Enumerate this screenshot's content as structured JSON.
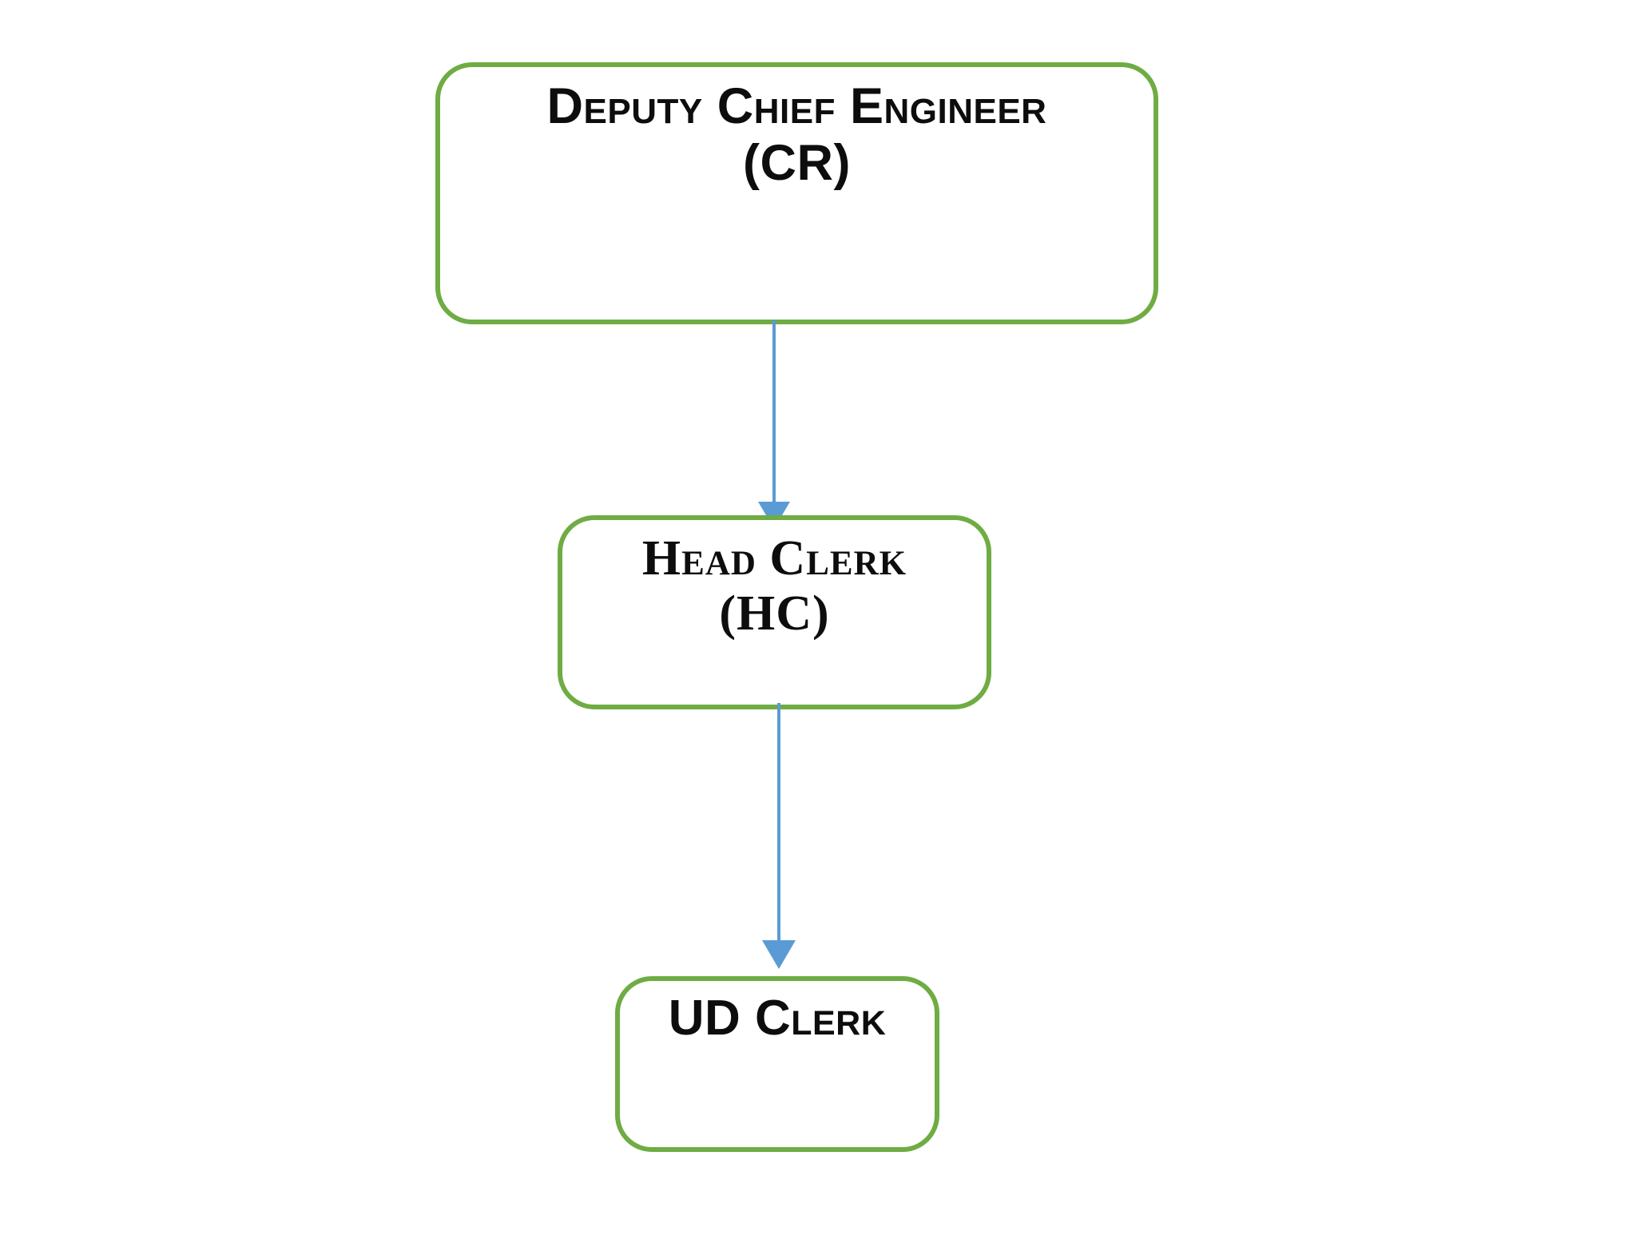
{
  "diagram": {
    "type": "org-chart",
    "title": "",
    "background_color": "#ffffff",
    "node_border_color": "#6FAC44",
    "connector_color": "#5B9BD5",
    "text_color": "#0d0d0d",
    "nodes": [
      {
        "id": "dce",
        "label": "Deputy Chief Engineer\n(CR)",
        "line1": "Deputy Chief Engineer",
        "line2": "(CR)",
        "level": 1
      },
      {
        "id": "hc",
        "label": "Head Clerk\n(HC)",
        "line1": "Head Clerk",
        "line2": "(HC)",
        "level": 2
      },
      {
        "id": "ud",
        "label": "UD Clerk",
        "line1": "UD Clerk",
        "line2": "",
        "level": 3
      }
    ],
    "edges": [
      {
        "id": "edge-dce-hc",
        "from": "dce",
        "to": "hc",
        "style": "arrow-down"
      },
      {
        "id": "edge-hc-ud",
        "from": "hc",
        "to": "ud",
        "style": "arrow-down"
      }
    ]
  }
}
